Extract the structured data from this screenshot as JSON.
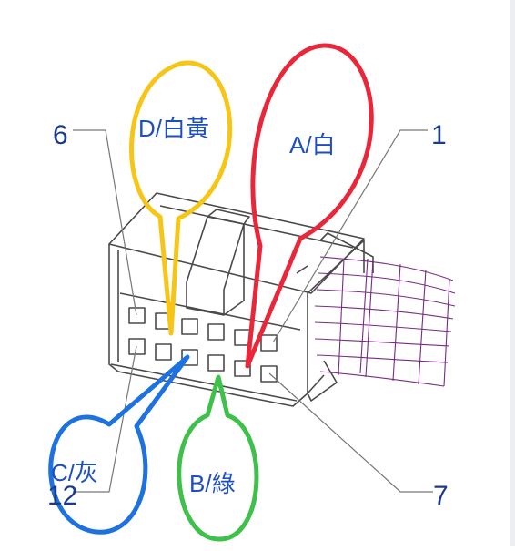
{
  "pin_labels": {
    "top_left": "6",
    "top_right": "1",
    "bottom_left": "12",
    "bottom_right": "7"
  },
  "callouts": {
    "d": {
      "label": "D/白黃",
      "color": "#f5c518"
    },
    "a": {
      "label": "A/白",
      "color": "#e8283a"
    },
    "c": {
      "label": "C/灰",
      "color": "#1e72e0"
    },
    "b": {
      "label": "B/綠",
      "color": "#3fc04a"
    }
  },
  "colors": {
    "line": "#4a4a4a",
    "wire": "#7a2a86",
    "pin_text": "#1a3a8c",
    "label_text": "#1f4fbf"
  }
}
